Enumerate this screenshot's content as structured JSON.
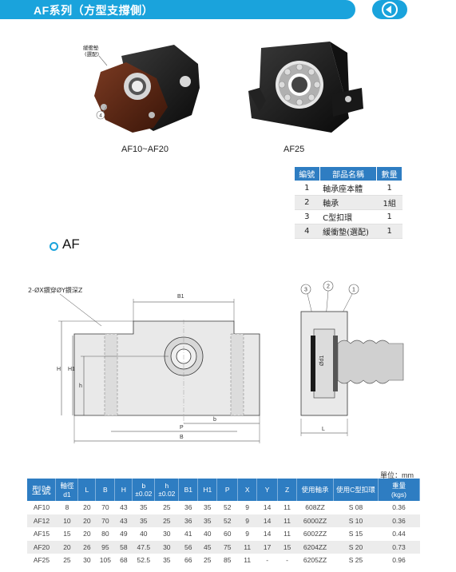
{
  "header": {
    "title": "AF系列（方型支撐側）",
    "back_icon": "back-arrow-icon"
  },
  "photos": {
    "left_caption": "AF10~AF20",
    "right_caption": "AF25",
    "callout_label_line1": "緩衝墊",
    "callout_label_line2": "(選配)",
    "callout_number": "4"
  },
  "parts_table": {
    "headers": [
      "編號",
      "部品名稱",
      "數量"
    ],
    "rows": [
      [
        "1",
        "軸承座本體",
        "1"
      ],
      [
        "2",
        "軸承",
        "1組"
      ],
      [
        "3",
        "C型扣環",
        "1"
      ],
      [
        "4",
        "緩衝墊(選配)",
        "1"
      ]
    ]
  },
  "section_title": "AF",
  "drawing": {
    "note": "2-ØX鑽穿ØY鑽深Z",
    "labels": {
      "B1": "B1",
      "H": "H",
      "H1": "H1",
      "h": "h",
      "b": "b",
      "P": "P",
      "B": "B",
      "L": "L",
      "d1": "Ød1"
    },
    "callouts": [
      "3",
      "2",
      "1"
    ]
  },
  "unit": "單位：mm",
  "spec_table": {
    "headers": [
      {
        "main": "型號"
      },
      {
        "main": "軸徑",
        "sub": "d1"
      },
      {
        "main": "L"
      },
      {
        "main": "B"
      },
      {
        "main": "H"
      },
      {
        "main": "b",
        "sub": "±0.02"
      },
      {
        "main": "h",
        "sub": "±0.02"
      },
      {
        "main": "B1"
      },
      {
        "main": "H1"
      },
      {
        "main": "P"
      },
      {
        "main": "X"
      },
      {
        "main": "Y"
      },
      {
        "main": "Z"
      },
      {
        "main": "使用軸承"
      },
      {
        "main": "使用C型扣環"
      },
      {
        "main": "重量",
        "sub": "(kgs)"
      }
    ],
    "rows": [
      [
        "AF10",
        "8",
        "20",
        "70",
        "43",
        "35",
        "25",
        "36",
        "35",
        "52",
        "9",
        "14",
        "11",
        "608ZZ",
        "S 08",
        "0.36"
      ],
      [
        "AF12",
        "10",
        "20",
        "70",
        "43",
        "35",
        "25",
        "36",
        "35",
        "52",
        "9",
        "14",
        "11",
        "6000ZZ",
        "S 10",
        "0.36"
      ],
      [
        "AF15",
        "15",
        "20",
        "80",
        "49",
        "40",
        "30",
        "41",
        "40",
        "60",
        "9",
        "14",
        "11",
        "6002ZZ",
        "S 15",
        "0.44"
      ],
      [
        "AF20",
        "20",
        "26",
        "95",
        "58",
        "47.5",
        "30",
        "56",
        "45",
        "75",
        "11",
        "17",
        "15",
        "6204ZZ",
        "S 20",
        "0.73"
      ],
      [
        "AF25",
        "25",
        "30",
        "105",
        "68",
        "52.5",
        "35",
        "66",
        "25",
        "85",
        "11",
        "-",
        "-",
        "6205ZZ",
        "S 25",
        "0.96"
      ]
    ]
  }
}
